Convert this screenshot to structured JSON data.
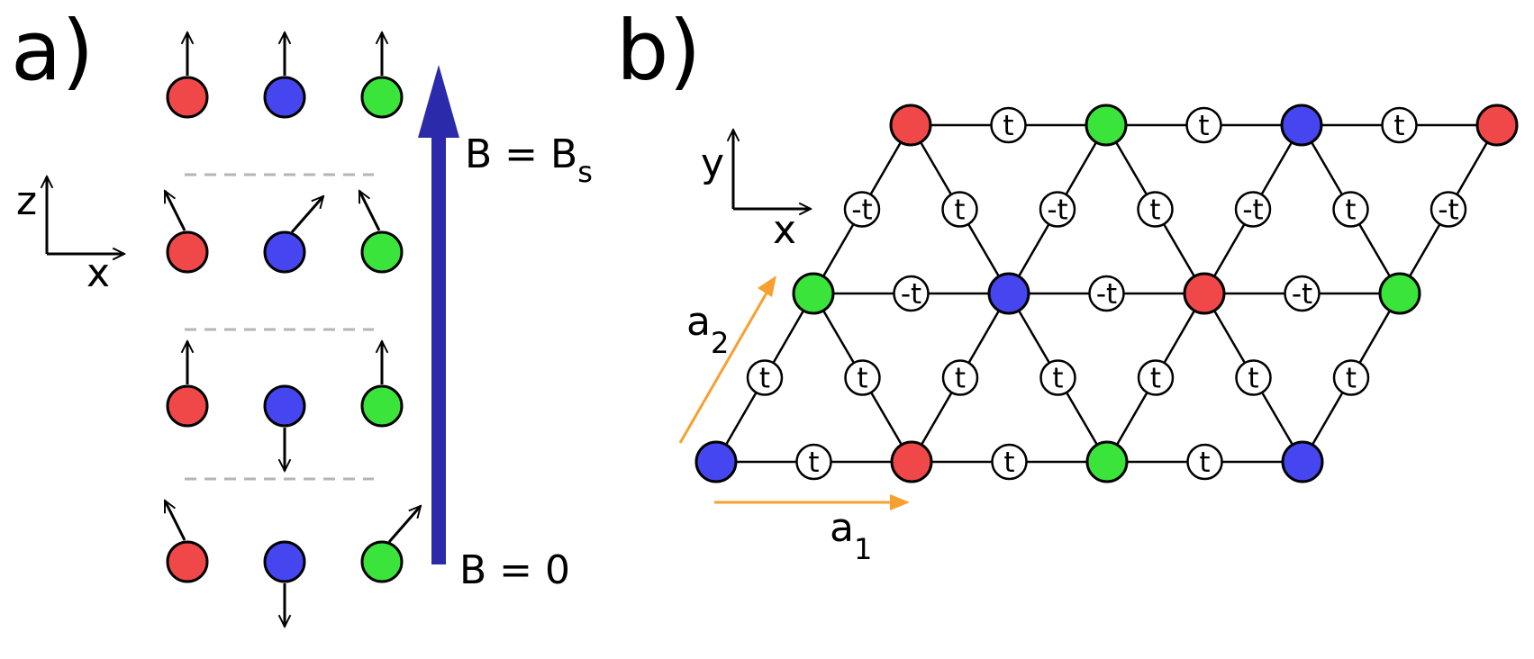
{
  "colors": {
    "red": "#f04848",
    "blue": "#4646f0",
    "green": "#3ae43a",
    "field_arrow": "#2a2aaa",
    "lattice_vector": "#f7a030",
    "dashed": "#b5b5b5"
  },
  "panel_a": {
    "label": "a)",
    "axes": {
      "vertical": "z",
      "horizontal": "x"
    },
    "field_arrow": {
      "top_label_main": "B = B",
      "top_label_sub": "s",
      "bottom_label": "B = 0"
    },
    "configurations": [
      {
        "spins": [
          "up",
          "up",
          "up"
        ]
      },
      {
        "spins": [
          "tilted-left",
          "tilted-right",
          "tilted-left"
        ]
      },
      {
        "spins": [
          "up",
          "down",
          "up"
        ]
      },
      {
        "spins": [
          "tilted-left",
          "down",
          "tilted-right"
        ]
      }
    ]
  },
  "panel_b": {
    "label": "b)",
    "axes": {
      "vertical": "y",
      "horizontal": "x"
    },
    "vectors": [
      {
        "main": "a",
        "sub": "1"
      },
      {
        "main": "a",
        "sub": "2"
      }
    ],
    "hopping_labels": {
      "positive": "t",
      "negative": "-t"
    },
    "rows": [
      {
        "sites": [
          "red",
          "green",
          "blue",
          "red"
        ]
      },
      {
        "sites": [
          "green",
          "blue",
          "red",
          "green"
        ]
      },
      {
        "sites": [
          "blue",
          "red",
          "green",
          "blue"
        ]
      }
    ],
    "row_bond_signs": [
      "+",
      "-",
      "+"
    ],
    "diagonal_bond_signs": [
      [
        "-",
        "+",
        "-",
        "+",
        "-",
        "+",
        "-"
      ],
      [
        "+",
        "+",
        "+",
        "+",
        "+",
        "+",
        "+"
      ]
    ]
  }
}
